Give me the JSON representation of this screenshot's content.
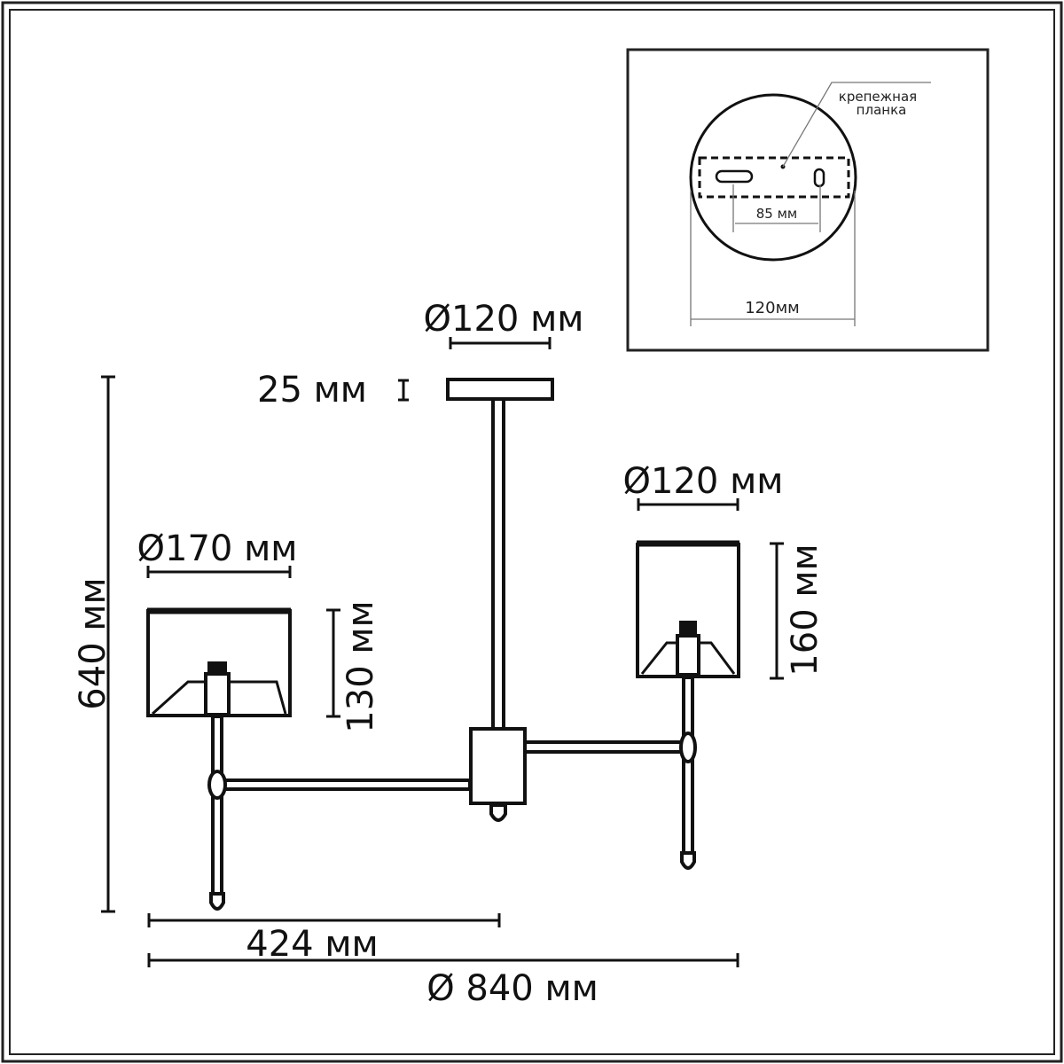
{
  "inset": {
    "label_line1": "крепежная",
    "label_line2": "планка",
    "hole_spacing": "85 мм",
    "canopy_diameter": "120мм"
  },
  "dimensions": {
    "canopy_diameter": "Ø120 мм",
    "canopy_height": "25 мм",
    "left_shade_diameter": "Ø170 мм",
    "left_shade_height": "130 мм",
    "right_shade_diameter": "Ø120 мм",
    "right_shade_height": "160 мм",
    "total_height": "640 мм",
    "arm_length": "424 мм",
    "total_diameter": "Ø 840 мм"
  },
  "colors": {
    "line": "#111111",
    "background": "#ffffff"
  }
}
